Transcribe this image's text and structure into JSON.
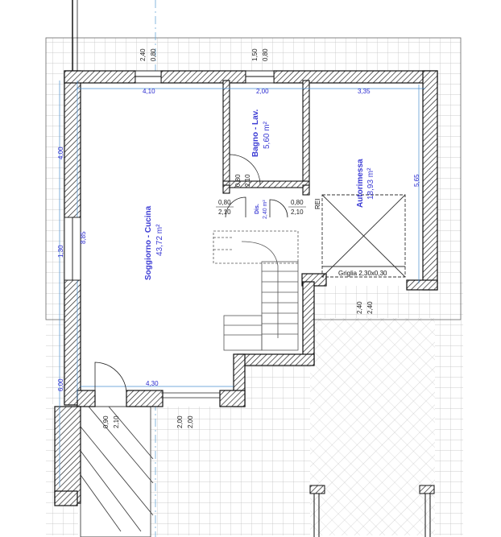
{
  "rooms": {
    "soggiorno": {
      "name": "Soggiorno - Cucina",
      "area": "43,72 m²"
    },
    "bagno": {
      "name": "Bagno - Lav.",
      "area": "5,60 m²"
    },
    "autorimessa": {
      "name": "Autorimessa",
      "area": "18,93 m²"
    },
    "dis": {
      "name": "Dis.",
      "area": "2,40 m²"
    }
  },
  "labels": {
    "griglia": "Griglia 2,30x0,30",
    "rei": "REI"
  },
  "dimensions": {
    "top_window_left_a": "2,40",
    "top_window_left_b": "0,80",
    "top_window_right_a": "1,50",
    "top_window_right_b": "0,80",
    "width_410": "4,10",
    "width_200": "2,00",
    "width_335": "3,35",
    "width_430": "4,30",
    "height_400": "4,00",
    "height_885": "8,85",
    "height_130": "1,30",
    "height_600": "6,00",
    "height_565": "5,65",
    "door_bagno_a": "0,80",
    "door_bagno_b": "2,10",
    "door_left_a": "0,80",
    "door_left_b": "2,10",
    "door_right_a": "0,80",
    "door_right_b": "2,10",
    "garage_door_a": "2,40",
    "garage_door_b": "2,40",
    "entry_door_a": "0,90",
    "entry_door_b": "2,10",
    "bottom_opening_a": "2,00",
    "bottom_opening_b": "2,00"
  }
}
